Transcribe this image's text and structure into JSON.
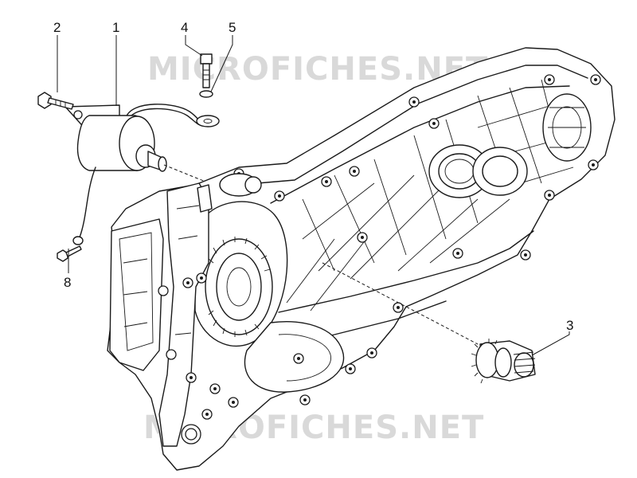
{
  "watermark": {
    "top_text": "MICROFICHES.NET",
    "bottom_text": "MICROFICHES.NET"
  },
  "callouts": {
    "c1": "1",
    "c2": "2",
    "c3": "3",
    "c4": "4",
    "c5": "5",
    "c8": "8"
  },
  "parts": {
    "p1": "starter-motor",
    "p2": "starter-bolt",
    "p3": "starter-drive-gear",
    "p4": "ground-bolt",
    "p5": "washer",
    "p8": "ground-screw"
  }
}
